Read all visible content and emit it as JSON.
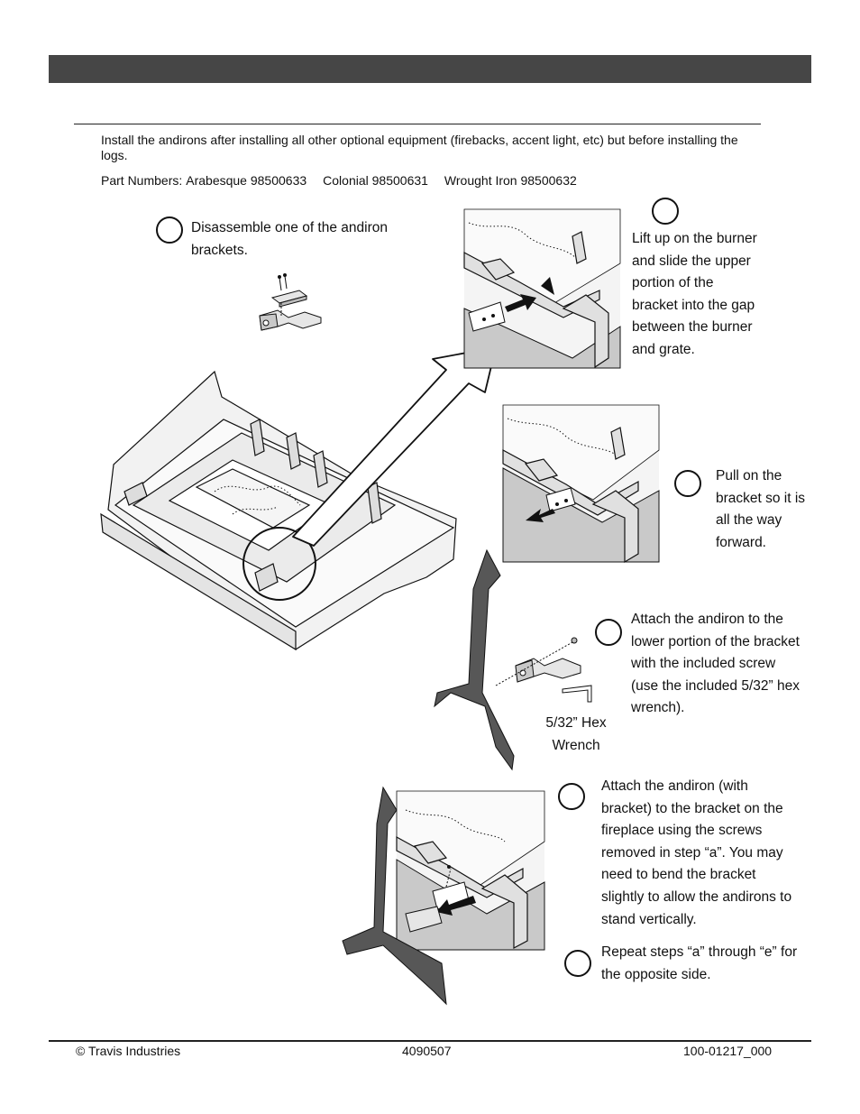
{
  "intro": {
    "text": "Install the andirons after installing all other optional equipment (firebacks, accent light, etc) but before installing the logs."
  },
  "part_numbers": {
    "label": "Part Numbers:",
    "arabesque": "Arabesque 98500633",
    "colonial": "Colonial 98500631",
    "wrought_iron": "Wrought Iron 98500632"
  },
  "steps": {
    "a": "Disassemble one of the andiron brackets.",
    "b": "Lift up on the burner and slide the upper portion of the bracket into the gap between the burner and grate.",
    "c": "Pull on the bracket so it is all the way forward.",
    "d": "Attach the andiron to the lower portion of the bracket with the included screw (use the included 5/32” hex wrench).",
    "e": "Attach the andiron (with bracket) to the bracket on the fireplace using the screws removed in step “a”. You may need to bend the bracket slightly to allow the andirons to stand vertically.",
    "f": "Repeat steps “a” through “e” for the opposite side."
  },
  "hex_wrench_label": "5/32” Hex Wrench",
  "footer": {
    "left": "© Travis Industries",
    "center": "4090507",
    "right": "100-01217_000"
  }
}
